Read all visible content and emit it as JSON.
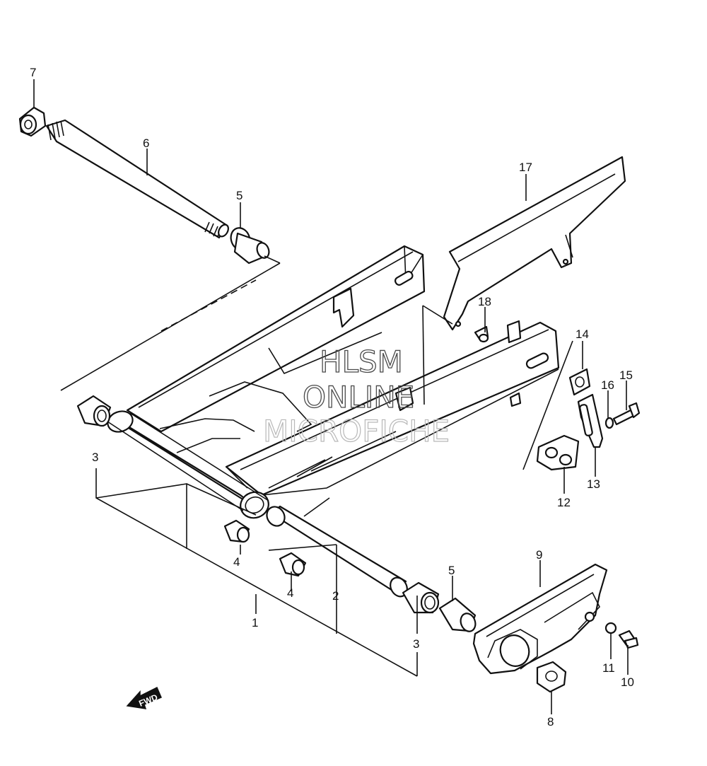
{
  "watermark": {
    "line1": "HLSM",
    "line2": "ONLINE",
    "line3": "MICROFICHE"
  },
  "fwd_label": "FWD",
  "callouts": [
    {
      "id": "1",
      "label": "1"
    },
    {
      "id": "2",
      "label": "2"
    },
    {
      "id": "3a",
      "label": "3"
    },
    {
      "id": "3b",
      "label": "3"
    },
    {
      "id": "4a",
      "label": "4"
    },
    {
      "id": "4b",
      "label": "4"
    },
    {
      "id": "5a",
      "label": "5"
    },
    {
      "id": "5b",
      "label": "5"
    },
    {
      "id": "6",
      "label": "6"
    },
    {
      "id": "7",
      "label": "7"
    },
    {
      "id": "8",
      "label": "8"
    },
    {
      "id": "9",
      "label": "9"
    },
    {
      "id": "10",
      "label": "10"
    },
    {
      "id": "11",
      "label": "11"
    },
    {
      "id": "12",
      "label": "12"
    },
    {
      "id": "13",
      "label": "13"
    },
    {
      "id": "14",
      "label": "14"
    },
    {
      "id": "15",
      "label": "15"
    },
    {
      "id": "16",
      "label": "16"
    },
    {
      "id": "17",
      "label": "17"
    },
    {
      "id": "18",
      "label": "18"
    }
  ]
}
